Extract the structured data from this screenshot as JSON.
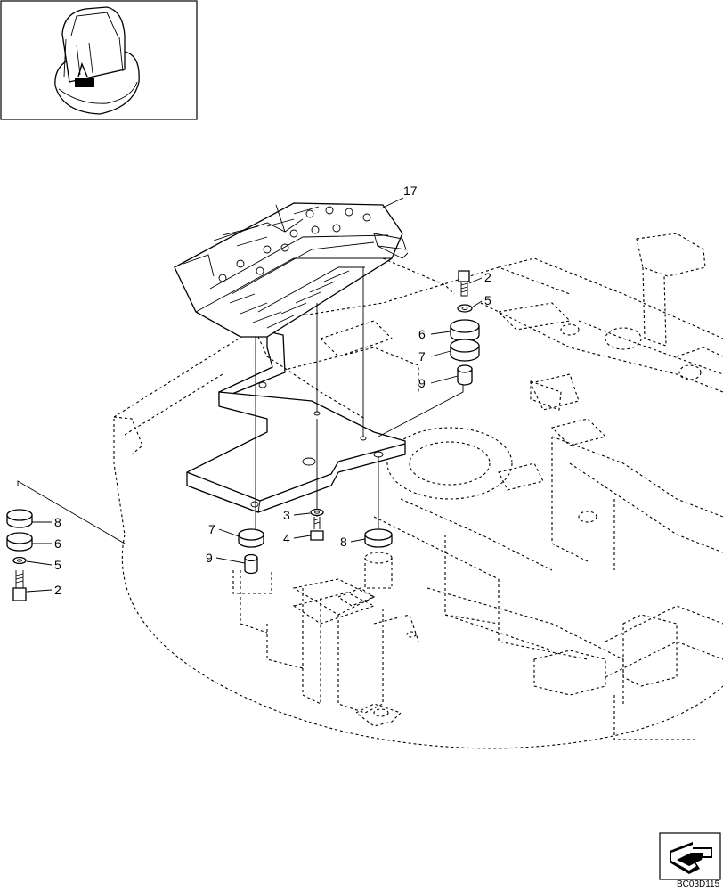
{
  "figure_code": "BC03D115",
  "callouts": {
    "valve_bank": "17",
    "r_bolt": "2",
    "r_washer": "5",
    "r_upper_mount": "6",
    "r_lower_mount": "7",
    "r_spacer": "9",
    "c_washer": "3",
    "c_nut": "4",
    "c_lower_mount": "7",
    "c_spacer": "9",
    "c_mount": "8",
    "l_mount": "8",
    "l_upper_mount": "6",
    "l_washer": "5",
    "l_bolt": "2"
  },
  "icons": {
    "overview": "excavator-location-icon",
    "orientation": "orientation-arrow-icon"
  }
}
